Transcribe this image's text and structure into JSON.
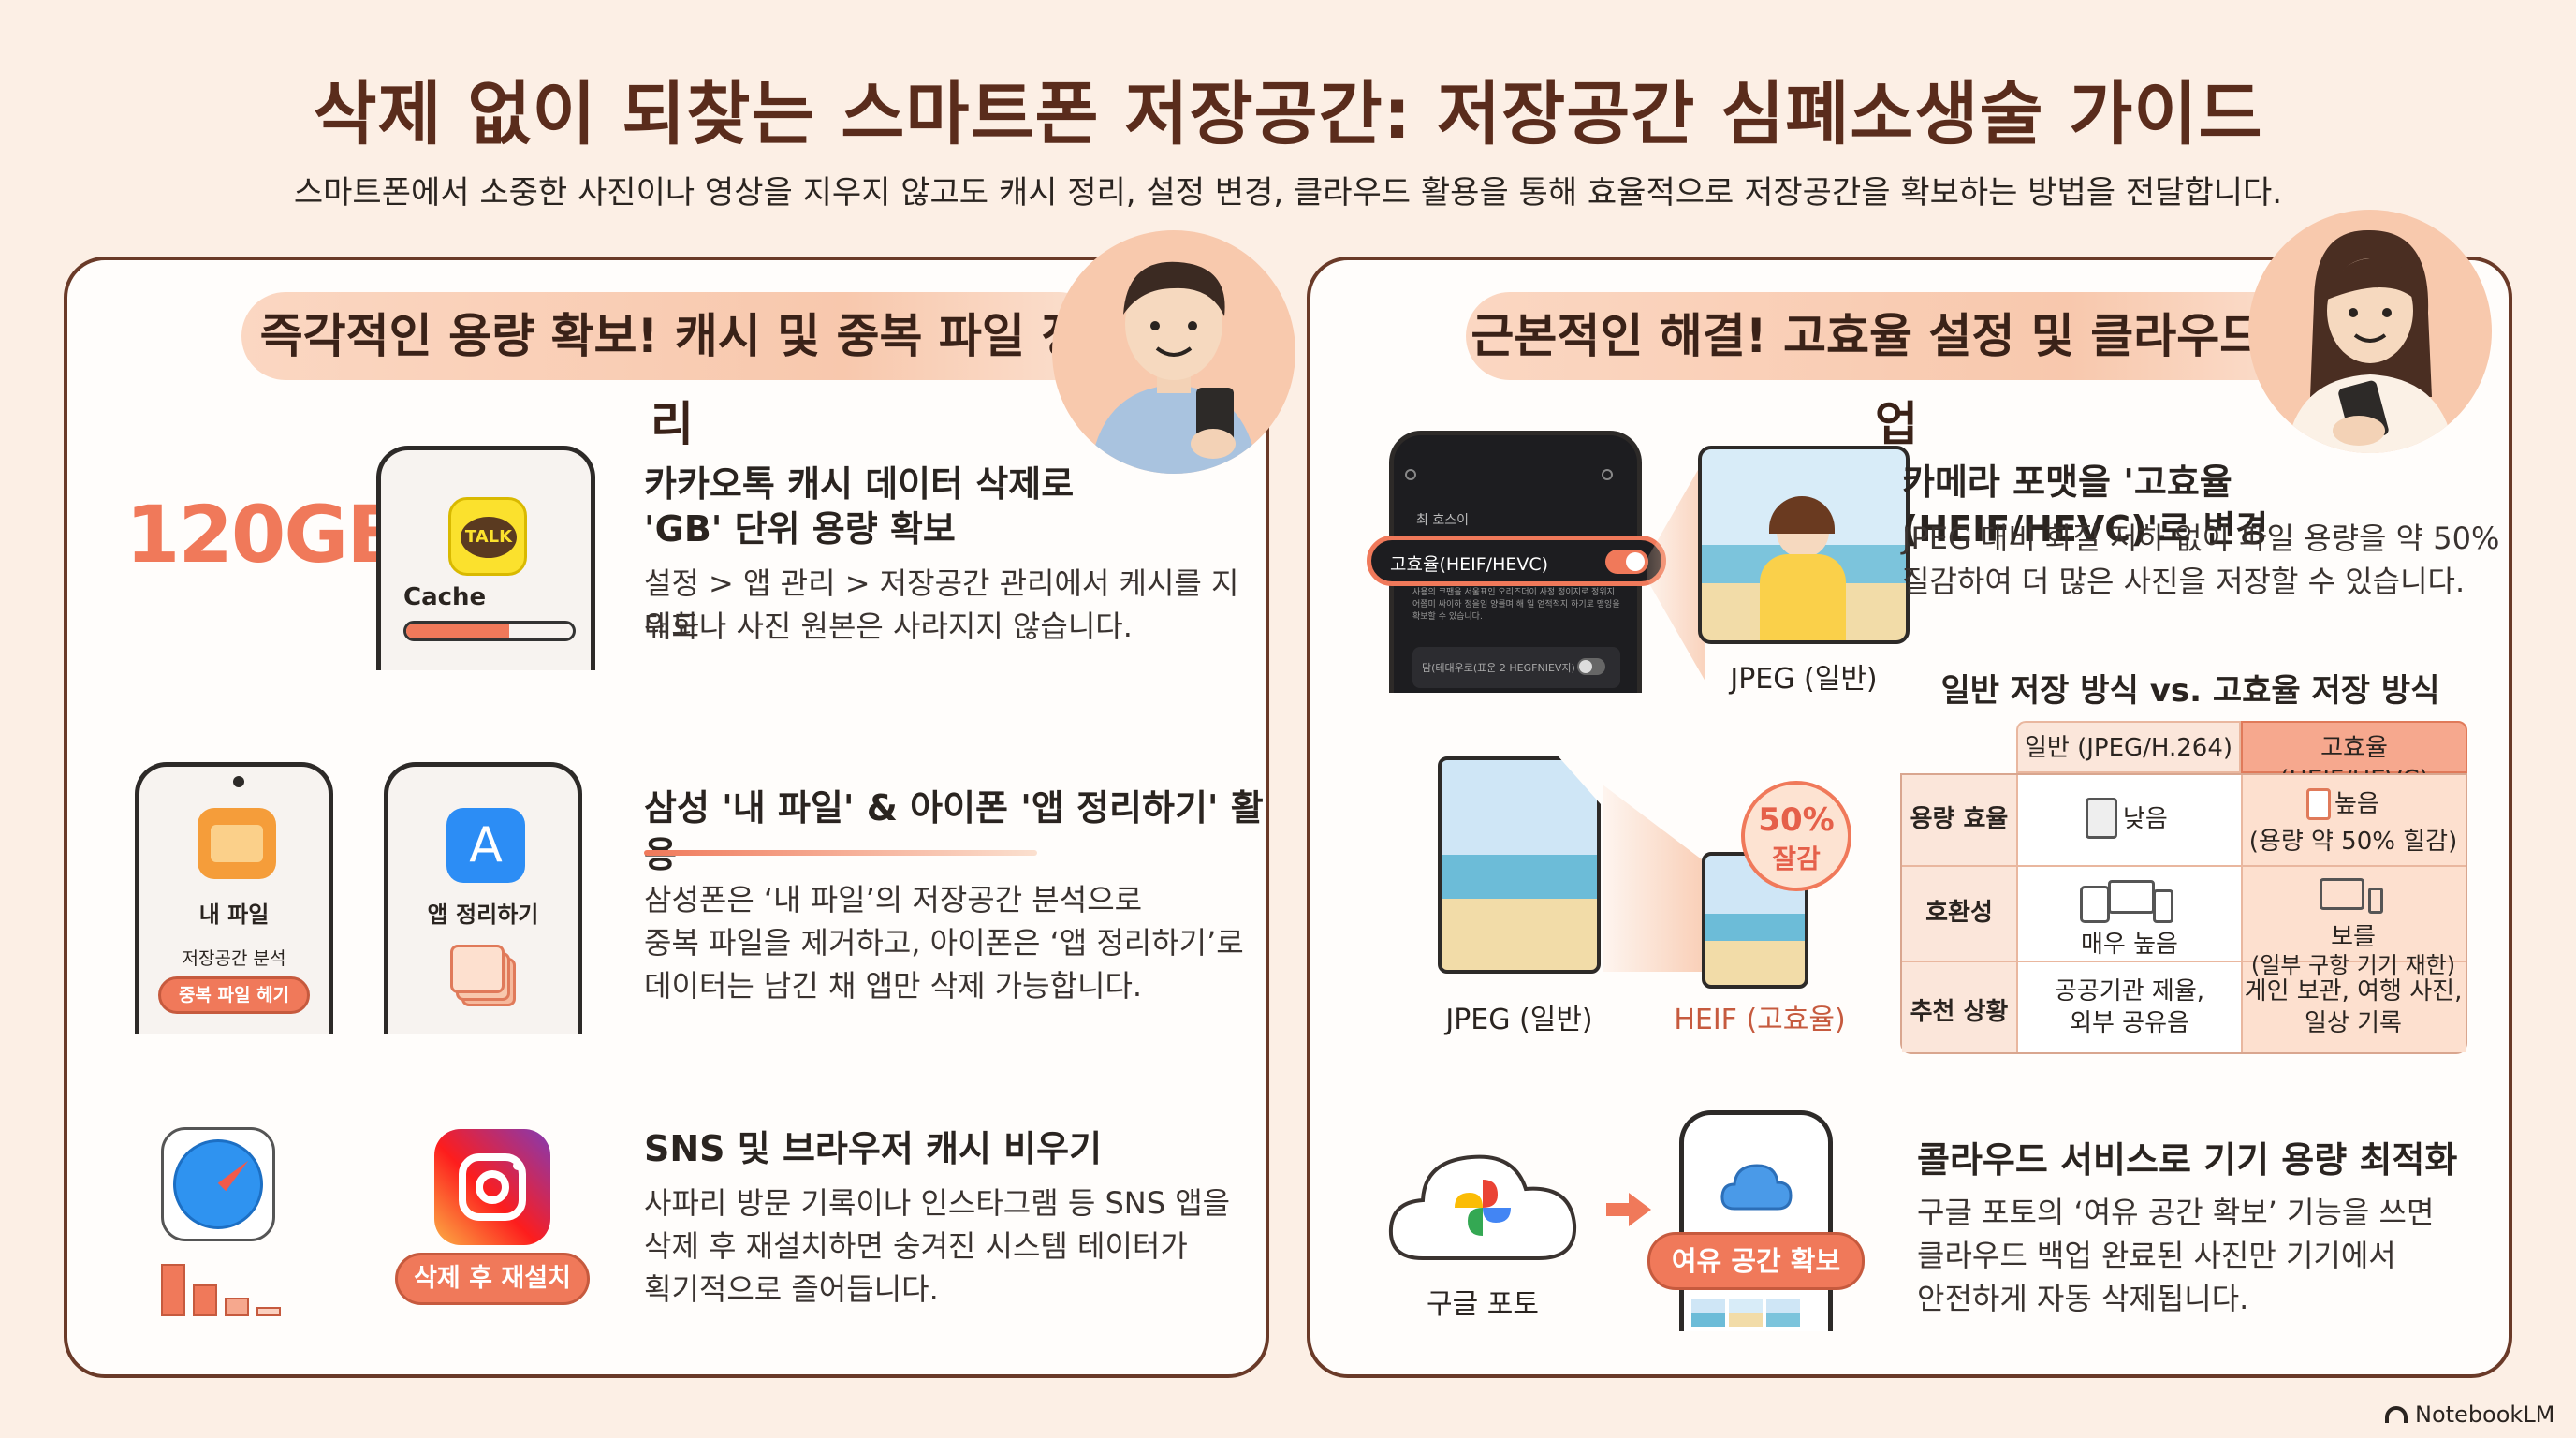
{
  "header": {
    "title": "삭제 없이 되찾는 스마트폰 저장공간: 저장공간 심폐소생술 가이드",
    "subtitle": "스마트폰에서 소중한 사진이나 영상을 지우지 않고도 캐시 정리, 설정 변경, 클라우드 활용을 통해 효율적으로 저장공간을 확보하는 방법을 전달합니다."
  },
  "left": {
    "pill": "즉각적인 용량 확보! 캐시 및 중복 파일 정리",
    "item1": {
      "badge": "120GB",
      "icon_label": "TALK",
      "cache_label": "Cache",
      "progress": 0.62,
      "title_l1": "카카오톡 캐시 데이터 삭제로",
      "title_l2": "'GB' 단위 용량 확보",
      "body_l1": "설정 > 앱 관리 > 저장공간 관리에서 케시를 지워도",
      "body_l2": "대화나 사진 원본은 사라지지 않습니다."
    },
    "item2": {
      "phone1_label": "내 파일",
      "phone1_sub": "저장공간 분석",
      "phone1_button": "중복 파일 헤기",
      "phone2_label": "앱 정리하기",
      "title": "삼성 '내 파일' & 아이폰 '앱 정리하기' 활용",
      "body_l1": "삼성폰은 ‘내 파일’의 저장공간 분석으로",
      "body_l2": "중복 파일을 제거하고, 아이폰은 ‘앱 정리하기’로",
      "body_l3": "데이터는 남긴 채 앱만 삭제 가능합니다."
    },
    "item3": {
      "button": "삭제 후 재설치",
      "title": "SNS 및 브라우저 캐시 비우기",
      "body_l1": "사파리 방문 기록이나 인스타그램 등 SNS 앱을",
      "body_l2": "삭제 후 재설치하면 숭겨진 시스템 테이터가",
      "body_l3": "획기적으로 즐어듭니다."
    }
  },
  "right": {
    "pill": "근본적인 해결! 고효율 설정 및 클라우드 백업",
    "camera": {
      "screen_header": "최 호스이",
      "toggle_label": "고효율(HEIF/HEVC)",
      "toggle_on": true,
      "desc": "사용의 코팬을 서울표인 오리즈더이 사정 정이지로 정위지 어쯤미 싸이하 정을임 양를며 해 일 얻적적지 하기로 맹잉을 확보할 수 있습니다.",
      "row2_label": "담(테대우로(표운 2 HEGFNIEV지)",
      "photo_caption": "JPEG (일반)",
      "title": "카메라 포맷을 '고효율(HEIF/HEVC)'로 변경",
      "body_l1": "JPEG 대비 화질 저하 없이 파일 용량을 약 50%",
      "body_l2": "질감하여 더 많은 사진을 저장할 수 있습니다."
    },
    "compare": {
      "jpeg_label": "JPEG (일반)",
      "heif_label": "HEIF (고효율)",
      "badge_l1": "50%",
      "badge_l2": "잘감"
    },
    "table": {
      "title": "일반 저장 방식 vs. 고효율 저장 방식",
      "col_normal": "일반 (JPEG/H.264)",
      "col_high": "고효율 (HEIF/HEVC)",
      "rows": [
        {
          "label": "용량 효율",
          "normal": "낮음",
          "high_l1": "높음",
          "high_l2": "(용량 약 50% 힐감)"
        },
        {
          "label": "호환성",
          "normal": "매우 높음",
          "high_l1": "보를",
          "high_l2": "(일부 구항 기기 재한)"
        },
        {
          "label": "추천 상황",
          "normal_l1": "공공기관 제율,",
          "normal_l2": "외부 공유음",
          "high_l1": "게인 보관, 여행 사진,",
          "high_l2": "일상 기록"
        }
      ]
    },
    "cloud": {
      "cloud_label": "구글 포토",
      "button": "여유 공간 확보",
      "title": "콜라우드 서비스로 기기 용량 최적화",
      "body_l1": "구글 포토의 ‘여유 공간 확보’ 기능을 쓰면",
      "body_l2": "클라우드 백업 완료된 사진만 기기에서",
      "body_l3": "안전하게 자동 삭제됩니다."
    }
  },
  "footer": {
    "brand": "NotebookLM"
  },
  "colors": {
    "accent": "#f0795a",
    "border": "#6a3a28",
    "title": "#5a2c1c",
    "pill": "#f8c8ad"
  }
}
